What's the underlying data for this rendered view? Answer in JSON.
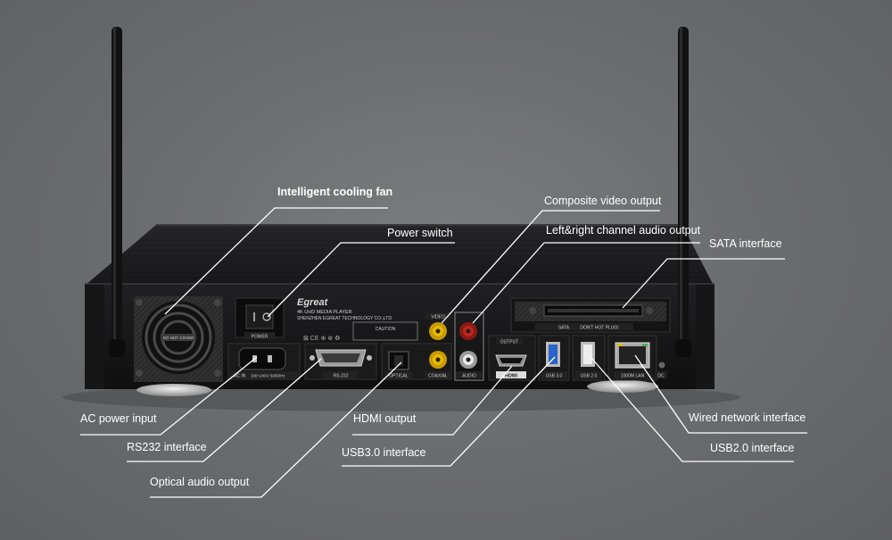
{
  "labels": {
    "cooling_fan": "Intelligent cooling fan",
    "power_switch": "Power switch",
    "composite_video": "Composite video output",
    "lr_audio": "Left&right channel audio output",
    "sata": "SATA interface",
    "ac_power": "AC power input",
    "rs232": "RS232 interface",
    "optical_audio": "Optical audio output",
    "hdmi": "HDMI output",
    "usb30": "USB3.0 interface",
    "wired_network": "Wired network interface",
    "usb20": "USB2.0 interface"
  },
  "panel_text": {
    "brand": "Egreat",
    "model": "4K UHD MEDIA PLAYER",
    "maker": "SHENZHEN EGREAT TECHNOLOGY CO.,LTD.",
    "fan_note": "DO NOT COVER",
    "power": "POWER",
    "ac_in": "AC IN",
    "voltage": "100~240V 50/60Hz",
    "rs232": "RS-232",
    "optical": "OPTICAL",
    "coaxial": "COAXIAL",
    "video": "VIDEO",
    "audio": "AUDIO",
    "caution": "CAUTION",
    "output": "OUTPUT",
    "hdmi": "HDMI",
    "sata": "SATA",
    "sata_note": "DON'T HOT PLUG!",
    "usb30": "USB 3.0",
    "usb20": "USB 2.0",
    "lan": "1000M LAN",
    "dc": "DC"
  },
  "colors": {
    "background": "#6b6c6e",
    "chassis": "#1b1b1c",
    "leader_line": "#ffffff",
    "usb3_blue": "#2a63c9",
    "rca_yellow": "#e6b800",
    "rca_red": "#c0271b",
    "rca_white": "#e8e8e8"
  }
}
